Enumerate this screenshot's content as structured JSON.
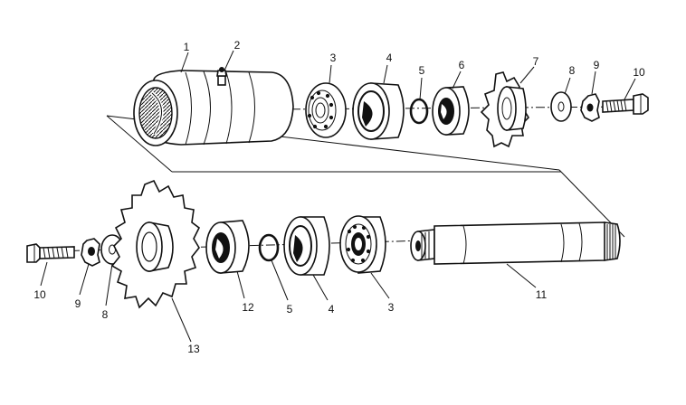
{
  "callouts": {
    "c1": "1",
    "c2": "2",
    "c3a": "3",
    "c4a": "4",
    "c5a": "5",
    "c6": "6",
    "c7": "7",
    "c8a": "8",
    "c9a": "9",
    "c10a": "10",
    "c10b": "10",
    "c9b": "9",
    "c8b": "8",
    "c13": "13",
    "c12": "12",
    "c5b": "5",
    "c4b": "4",
    "c3b": "3",
    "c11": "11"
  }
}
